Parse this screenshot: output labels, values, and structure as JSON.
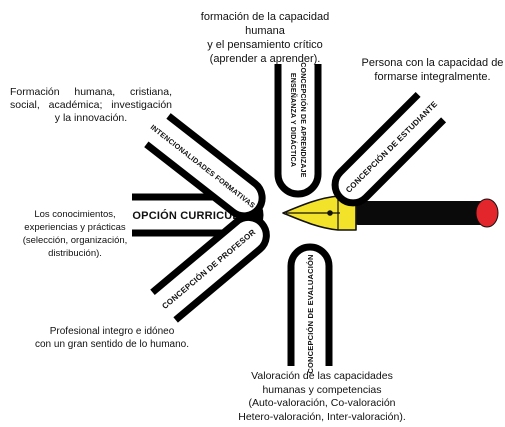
{
  "petals": [
    {
      "key": "curricular",
      "label": "OPCIÓN CURRICULAR"
    },
    {
      "key": "intencionalidades",
      "label": "INTENCIONALIDADES FORMATIVAS"
    },
    {
      "key": "aprendizaje",
      "line1": "CONCEPCIÓN DE APRENDIZAJE",
      "line2": "ENSEÑANZA Y DIDÁCTICA"
    },
    {
      "key": "estudiante",
      "label": "CONCEPCIÓN DE ESTUDIANTE"
    },
    {
      "key": "profesor",
      "label": "CONCEPCIÓN DE PROFESOR"
    },
    {
      "key": "evaluacion",
      "label": "CONCEPCIÓN DE EVALUACIÓN"
    }
  ],
  "captions": {
    "top": [
      "formación de la capacidad humana",
      "y el pensamiento crítico",
      "(aprender a aprender)."
    ],
    "top_right": [
      "Persona con la capacidad de",
      "formarse integralmente."
    ],
    "top_left": [
      "Formación humana, cristiana,",
      "social, académica; investigación",
      "y la innovación."
    ],
    "left": [
      "Los conocimientos,",
      "experiencias y prácticas",
      "(selección, organización, distribución)."
    ],
    "bottom_left": [
      "Profesional integro e idóneo",
      "con un gran sentido de lo humano."
    ],
    "bottom": [
      "Valoración de las capacidades",
      "humanas y competencias",
      "(Auto-valoración, Co-valoración",
      "Hetero-valoración, Inter-valoración)."
    ]
  },
  "colors": {
    "petal_fill": "#ffffff",
    "petal_outline": "#000000",
    "pen_nib": "#f2e22a",
    "pen_barrel": "#0a0a0a",
    "pen_cap": "#e3262b"
  }
}
